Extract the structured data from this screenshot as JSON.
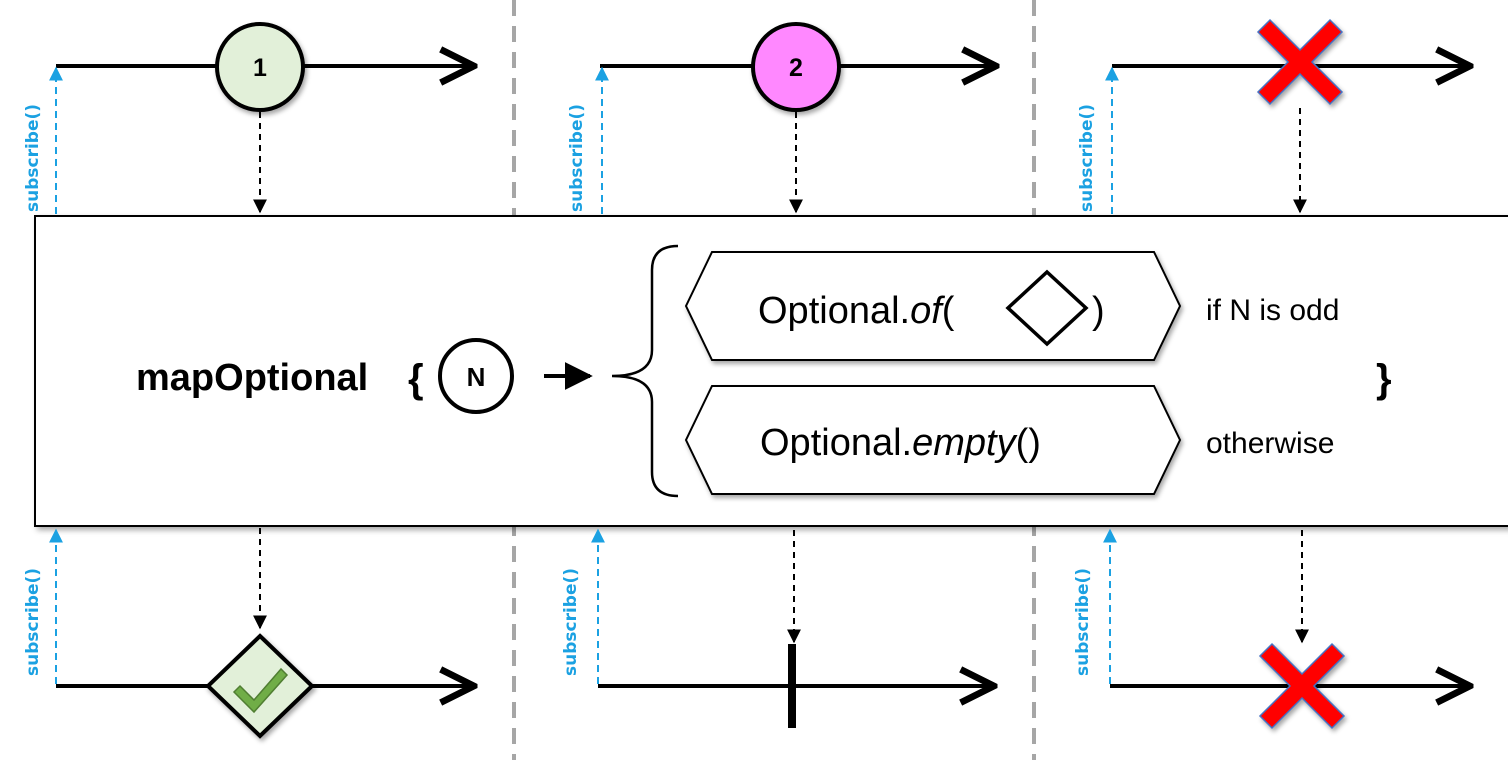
{
  "operator": {
    "name": "mapOptional",
    "open_brace": "{",
    "close_brace": "}",
    "param": "N"
  },
  "branches": [
    {
      "prefix": "Optional.",
      "method": "of",
      "open": "(",
      "close": ")",
      "condition": "if N is odd"
    },
    {
      "prefix": "Optional.",
      "method": "empty",
      "open": "(",
      "close": ")",
      "condition": "otherwise"
    }
  ],
  "subscribe_label": "subscribe()",
  "colors": {
    "subscribe": "#1ba1e2",
    "marble1": "#e2f0d9",
    "marble2": "#ff88ff",
    "error": "#ff0000",
    "check": "#70ad47",
    "divider": "#a6a6a6"
  },
  "inputs": [
    {
      "kind": "value",
      "label": "1"
    },
    {
      "kind": "value",
      "label": "2"
    },
    {
      "kind": "error",
      "label": ""
    }
  ],
  "outputs": [
    {
      "kind": "success-diamond"
    },
    {
      "kind": "completion"
    },
    {
      "kind": "error"
    }
  ]
}
